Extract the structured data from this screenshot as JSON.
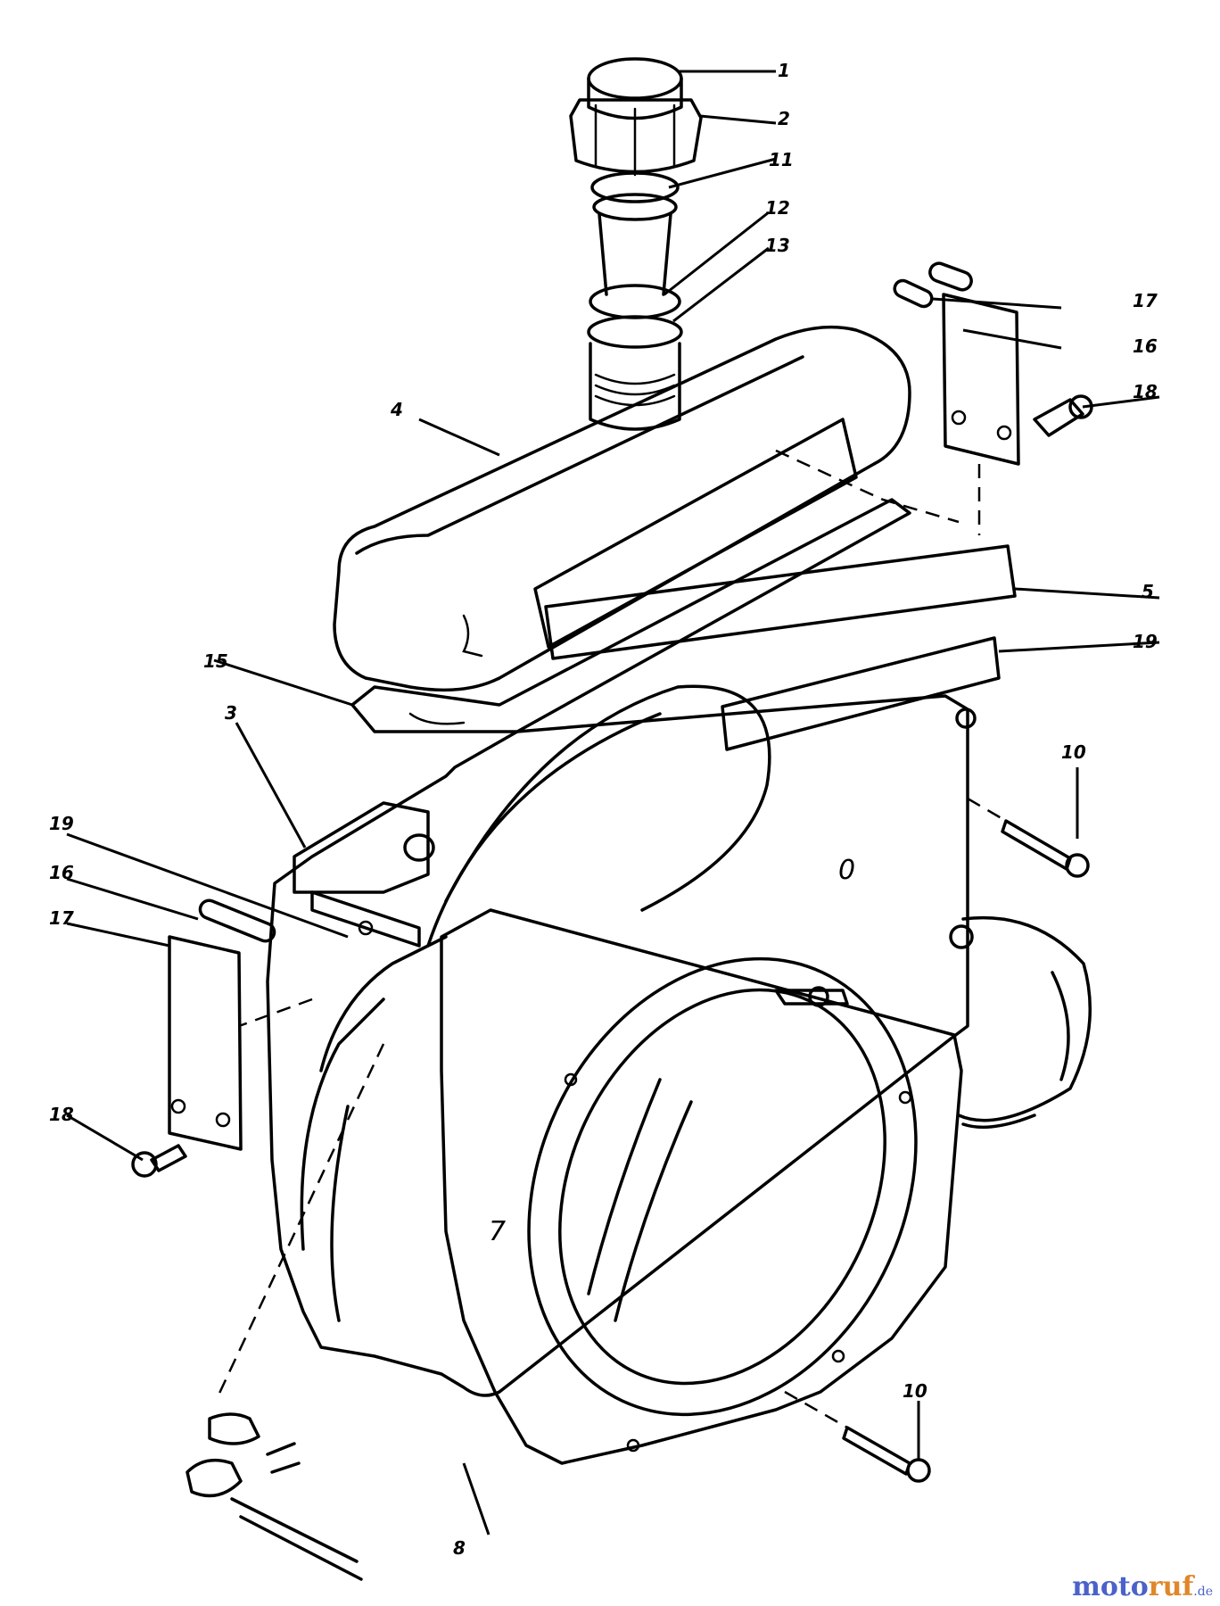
{
  "diagram": {
    "callouts": [
      {
        "id": "c1",
        "label": "1"
      },
      {
        "id": "c2",
        "label": "2"
      },
      {
        "id": "c11",
        "label": "11"
      },
      {
        "id": "c12",
        "label": "12"
      },
      {
        "id": "c13",
        "label": "13"
      },
      {
        "id": "c17a",
        "label": "17"
      },
      {
        "id": "c16a",
        "label": "16"
      },
      {
        "id": "c18a",
        "label": "18"
      },
      {
        "id": "c4",
        "label": "4"
      },
      {
        "id": "c5",
        "label": "5"
      },
      {
        "id": "c19a",
        "label": "19"
      },
      {
        "id": "c15",
        "label": "15"
      },
      {
        "id": "c10a",
        "label": "10"
      },
      {
        "id": "c3",
        "label": "3"
      },
      {
        "id": "c19b",
        "label": "19"
      },
      {
        "id": "c16b",
        "label": "16"
      },
      {
        "id": "c17b",
        "label": "17"
      },
      {
        "id": "c18b",
        "label": "18"
      },
      {
        "id": "c10b",
        "label": "10"
      },
      {
        "id": "c8",
        "label": "8"
      }
    ]
  },
  "watermark": {
    "moto": "moto",
    "ruf": "ruf",
    "tld": ".de"
  }
}
